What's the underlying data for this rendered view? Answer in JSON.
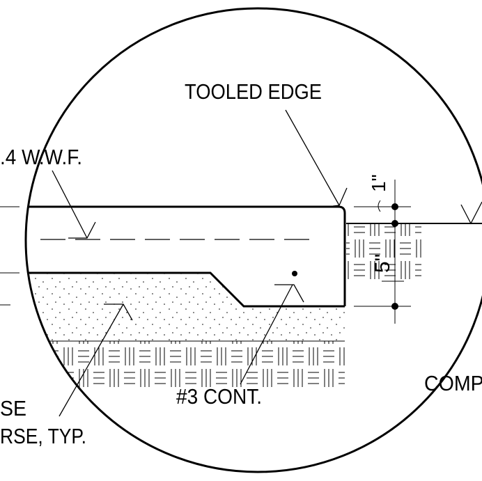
{
  "labels": {
    "tooled_edge": "TOOLED EDGE",
    "wwf": ".4 W.W.F.",
    "bar": "#3 CONT.",
    "comp": "COMP.",
    "base_1": "SE",
    "base_2": "RSE, TYP.",
    "dim_1in": "1\"",
    "dim_5in": "5\""
  },
  "colors": {
    "ink": "#000000",
    "paper": "#ffffff"
  }
}
